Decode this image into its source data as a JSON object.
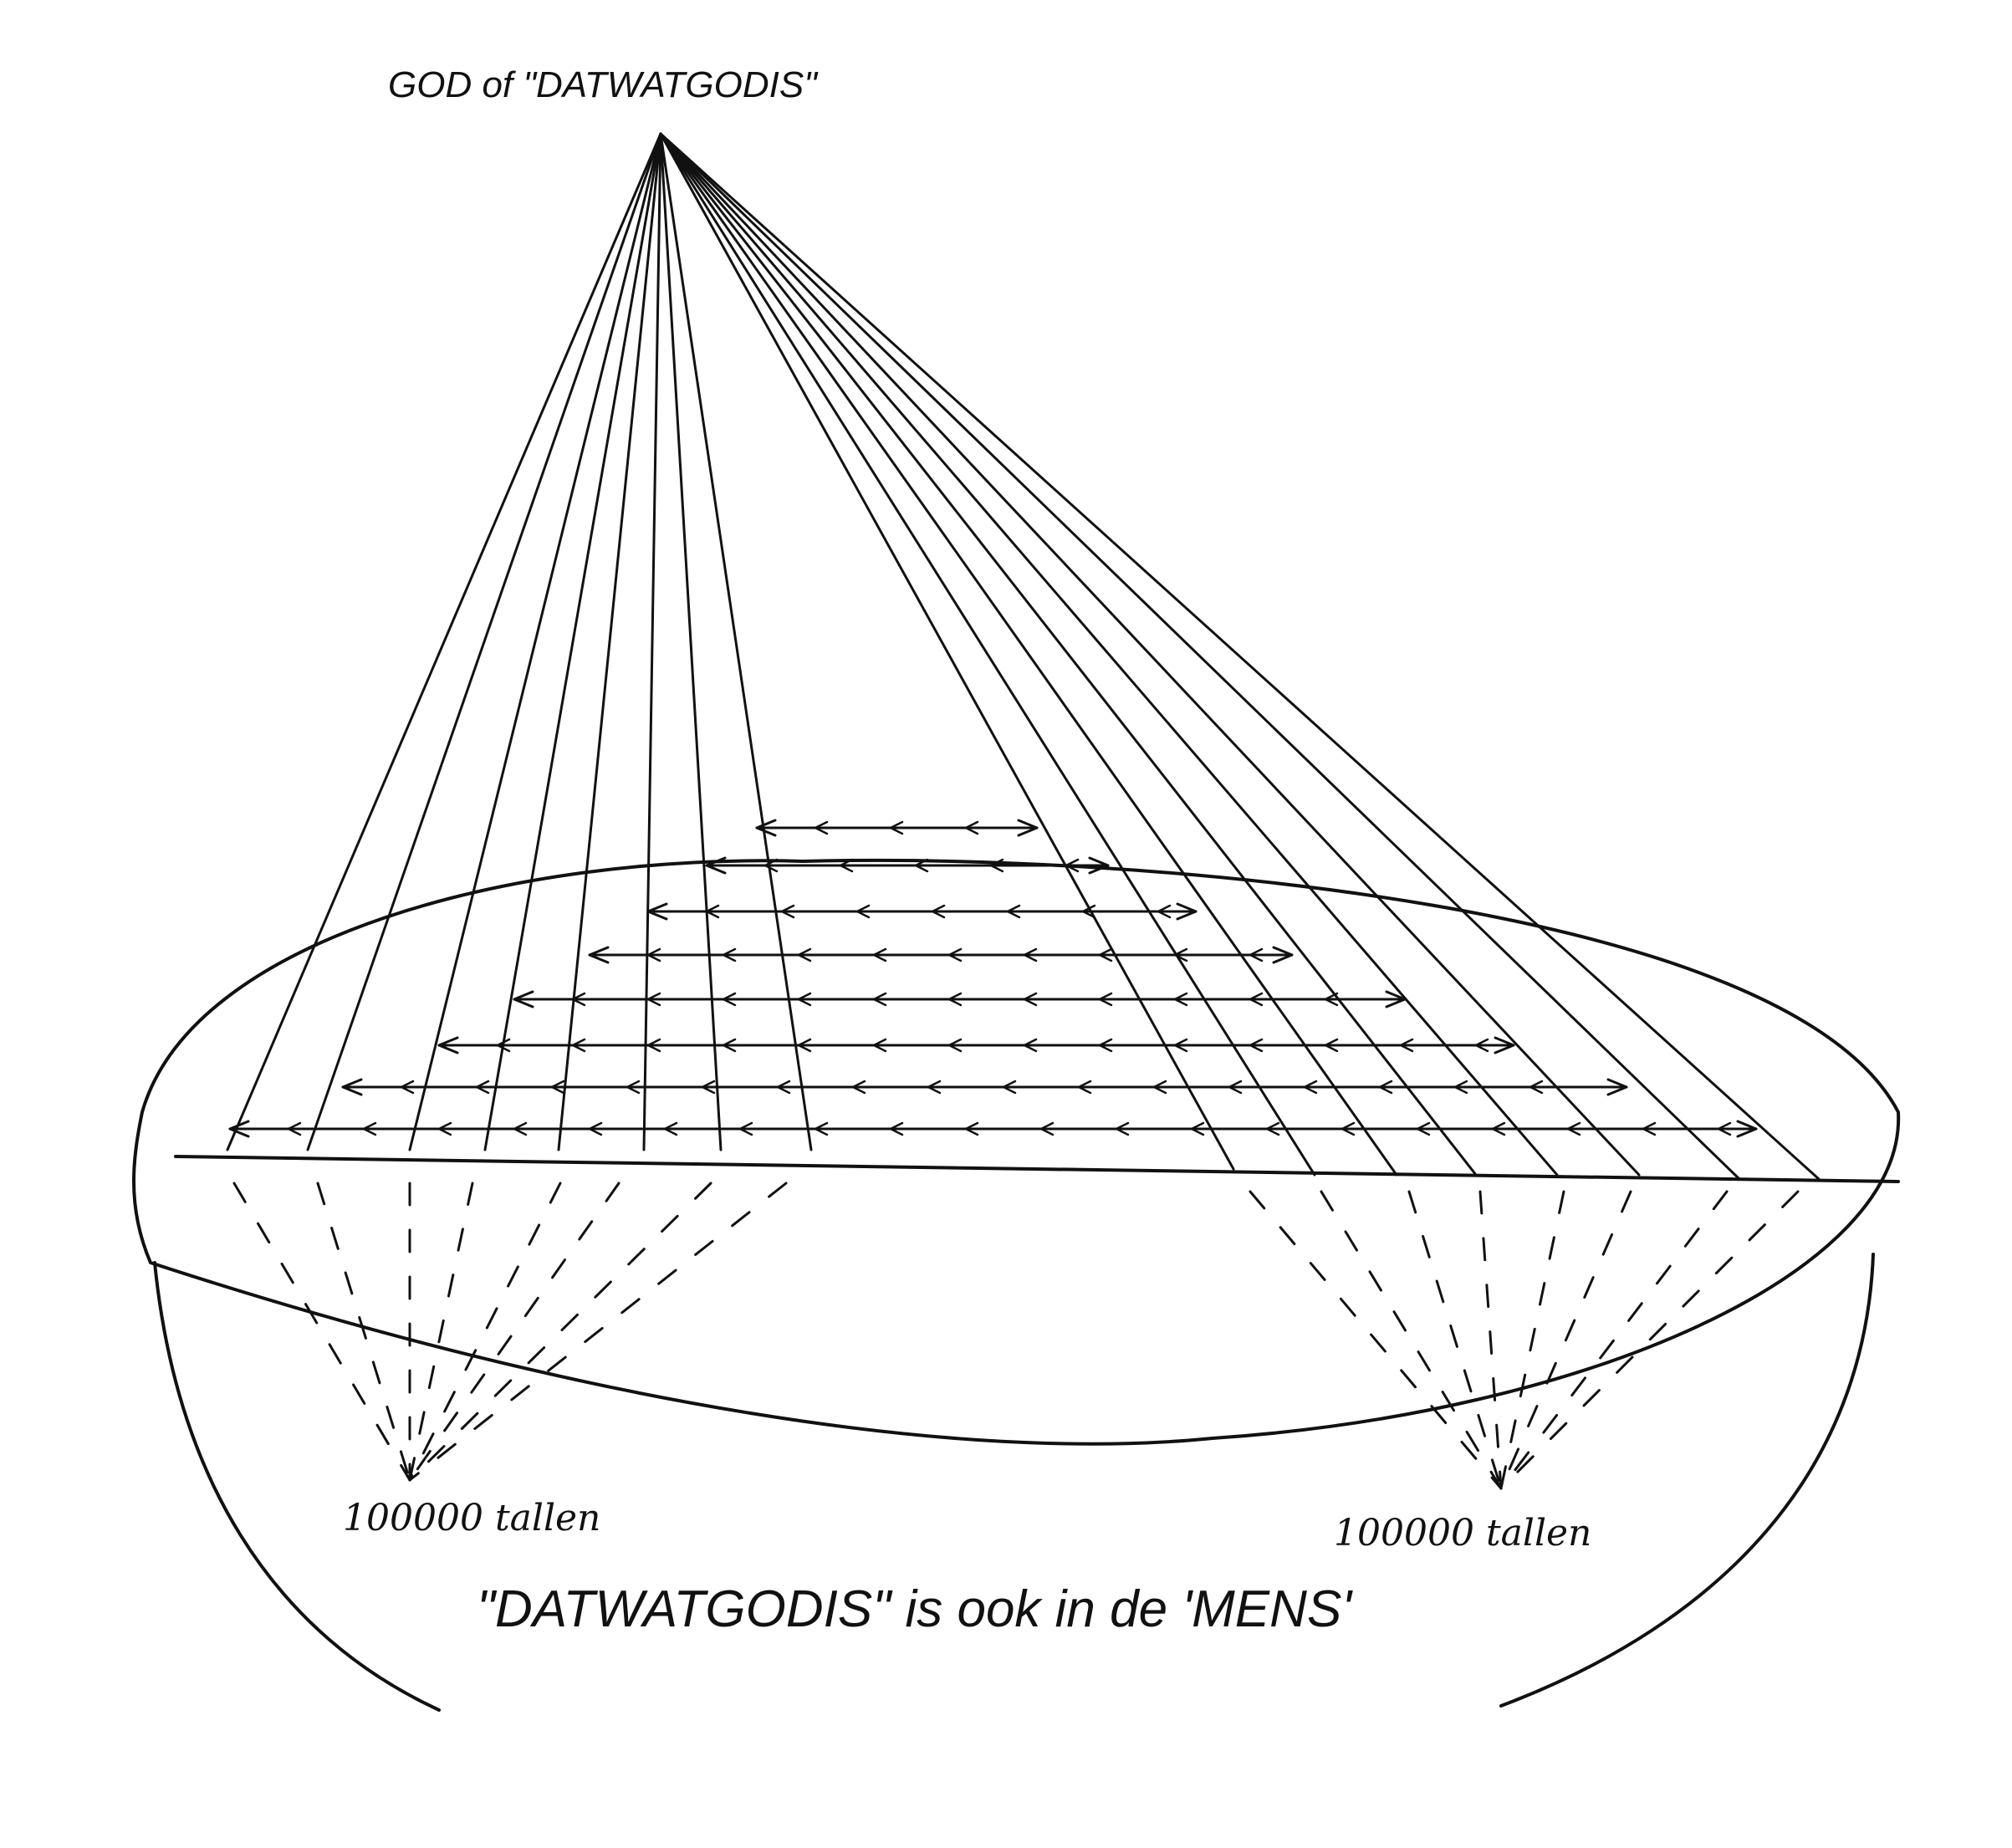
{
  "diagram": {
    "apex_label": "GOD of \"DATWATGODIS\"",
    "left_count_label": "100000 tallen",
    "right_count_label": "100000 tallen",
    "caption": "\"DATWATGODIS\" is ook in de 'MENS'",
    "ink_color": "#111111",
    "background_color": "#ffffff"
  }
}
